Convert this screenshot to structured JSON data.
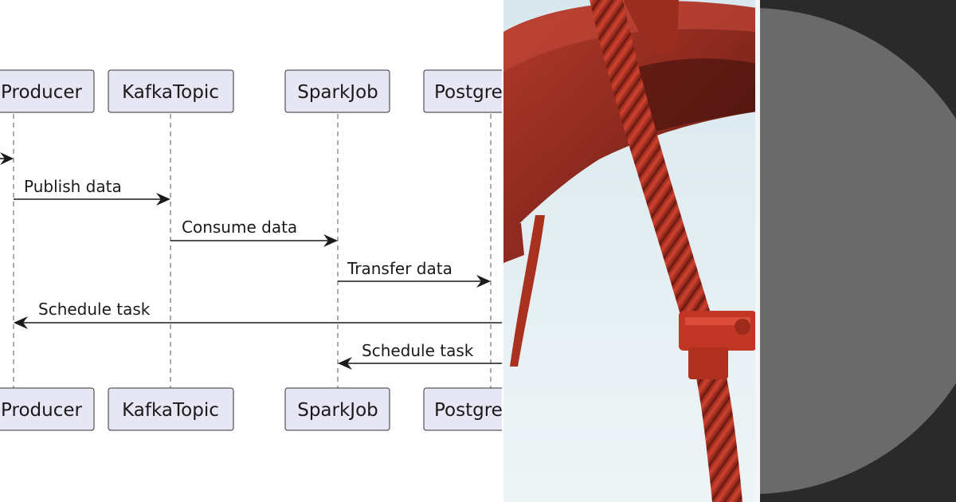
{
  "diagram": {
    "participants": [
      {
        "key": "producer",
        "label": "Producer"
      },
      {
        "key": "kafka",
        "label": "KafkaTopic"
      },
      {
        "key": "spark",
        "label": "SparkJob"
      },
      {
        "key": "postgres",
        "label": "Postgre"
      }
    ],
    "messages": [
      {
        "text": "",
        "from": "offscreen",
        "to": "producer"
      },
      {
        "text": "Publish data",
        "from": "producer",
        "to": "kafka"
      },
      {
        "text": "Consume data",
        "from": "kafka",
        "to": "spark"
      },
      {
        "text": "Transfer data",
        "from": "spark",
        "to": "postgres"
      },
      {
        "text": "Schedule task",
        "from": "offscreen",
        "to": "producer"
      },
      {
        "text": "Schedule task",
        "from": "offscreen",
        "to": "spark"
      }
    ]
  },
  "photo": {
    "subject": "red-steel-cable-and-pipe",
    "colors": {
      "sky": "#e4eef2",
      "steel": "#c0392b",
      "steel_dark": "#7a1f16"
    }
  },
  "decor": {
    "colors": {
      "background": "#2a2a2a",
      "circle": "#6a6a6a"
    }
  }
}
